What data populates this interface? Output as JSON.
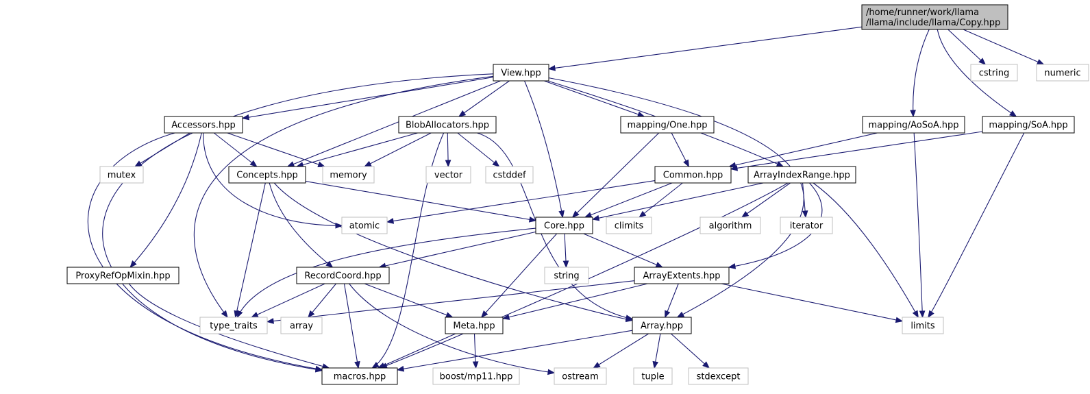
{
  "diagram": {
    "type": "include-dependency-graph",
    "colors": {
      "edge": "#191970",
      "root_fill": "#bfbfbf",
      "local_border": "#000000",
      "system_border": "#bfbfbf",
      "box_fill": "#ffffff"
    },
    "nodes": [
      {
        "id": "copy",
        "kind": "root",
        "lines": [
          "/home/runner/work/llama",
          "/llama/include/llama/Copy.hpp"
        ]
      },
      {
        "id": "view",
        "kind": "local",
        "lines": [
          "View.hpp"
        ]
      },
      {
        "id": "cstring",
        "kind": "system",
        "lines": [
          "cstring"
        ]
      },
      {
        "id": "numeric",
        "kind": "system",
        "lines": [
          "numeric"
        ]
      },
      {
        "id": "accessors",
        "kind": "local",
        "lines": [
          "Accessors.hpp"
        ]
      },
      {
        "id": "blob",
        "kind": "local",
        "lines": [
          "BlobAllocators.hpp"
        ]
      },
      {
        "id": "one",
        "kind": "local",
        "lines": [
          "mapping/One.hpp"
        ]
      },
      {
        "id": "aosoa",
        "kind": "local",
        "lines": [
          "mapping/AoSoA.hpp"
        ]
      },
      {
        "id": "soa",
        "kind": "local",
        "lines": [
          "mapping/SoA.hpp"
        ]
      },
      {
        "id": "mutex",
        "kind": "system",
        "lines": [
          "mutex"
        ]
      },
      {
        "id": "concepts",
        "kind": "local",
        "lines": [
          "Concepts.hpp"
        ]
      },
      {
        "id": "memory",
        "kind": "system",
        "lines": [
          "memory"
        ]
      },
      {
        "id": "vector",
        "kind": "system",
        "lines": [
          "vector"
        ]
      },
      {
        "id": "cstddef",
        "kind": "system",
        "lines": [
          "cstddef"
        ]
      },
      {
        "id": "common",
        "kind": "local",
        "lines": [
          "Common.hpp"
        ]
      },
      {
        "id": "air",
        "kind": "local",
        "lines": [
          "ArrayIndexRange.hpp"
        ]
      },
      {
        "id": "atomic",
        "kind": "system",
        "lines": [
          "atomic"
        ]
      },
      {
        "id": "core",
        "kind": "local",
        "lines": [
          "Core.hpp"
        ]
      },
      {
        "id": "climits",
        "kind": "system",
        "lines": [
          "climits"
        ]
      },
      {
        "id": "algorithm",
        "kind": "system",
        "lines": [
          "algorithm"
        ]
      },
      {
        "id": "iterator",
        "kind": "system",
        "lines": [
          "iterator"
        ]
      },
      {
        "id": "proxy",
        "kind": "local",
        "lines": [
          "ProxyRefOpMixin.hpp"
        ]
      },
      {
        "id": "recordcoord",
        "kind": "local",
        "lines": [
          "RecordCoord.hpp"
        ]
      },
      {
        "id": "string",
        "kind": "system",
        "lines": [
          "string"
        ]
      },
      {
        "id": "extents",
        "kind": "local",
        "lines": [
          "ArrayExtents.hpp"
        ]
      },
      {
        "id": "type_traits",
        "kind": "system",
        "lines": [
          "type_traits"
        ]
      },
      {
        "id": "array_std",
        "kind": "system",
        "lines": [
          "array"
        ]
      },
      {
        "id": "meta",
        "kind": "local",
        "lines": [
          "Meta.hpp"
        ]
      },
      {
        "id": "array_hpp",
        "kind": "local",
        "lines": [
          "Array.hpp"
        ]
      },
      {
        "id": "limits",
        "kind": "system",
        "lines": [
          "limits"
        ]
      },
      {
        "id": "macros",
        "kind": "local",
        "lines": [
          "macros.hpp"
        ]
      },
      {
        "id": "mp11",
        "kind": "system",
        "lines": [
          "boost/mp11.hpp"
        ]
      },
      {
        "id": "ostream",
        "kind": "system",
        "lines": [
          "ostream"
        ]
      },
      {
        "id": "tuple",
        "kind": "system",
        "lines": [
          "tuple"
        ]
      },
      {
        "id": "stdexcept",
        "kind": "system",
        "lines": [
          "stdexcept"
        ]
      }
    ],
    "edges": [
      [
        "copy",
        "view"
      ],
      [
        "copy",
        "cstring"
      ],
      [
        "copy",
        "numeric"
      ],
      [
        "copy",
        "aosoa"
      ],
      [
        "copy",
        "soa"
      ],
      [
        "view",
        "macros"
      ],
      [
        "view",
        "type_traits"
      ],
      [
        "view",
        "accessors"
      ],
      [
        "view",
        "concepts"
      ],
      [
        "view",
        "blob"
      ],
      [
        "view",
        "core"
      ],
      [
        "view",
        "one"
      ],
      [
        "view",
        "air"
      ],
      [
        "view",
        "array_hpp"
      ],
      [
        "accessors",
        "mutex"
      ],
      [
        "accessors",
        "concepts"
      ],
      [
        "accessors",
        "memory"
      ],
      [
        "accessors",
        "atomic"
      ],
      [
        "accessors",
        "proxy"
      ],
      [
        "accessors",
        "macros"
      ],
      [
        "blob",
        "concepts"
      ],
      [
        "blob",
        "memory"
      ],
      [
        "blob",
        "vector"
      ],
      [
        "blob",
        "cstddef"
      ],
      [
        "blob",
        "macros"
      ],
      [
        "blob",
        "array_hpp"
      ],
      [
        "one",
        "common"
      ],
      [
        "one",
        "core"
      ],
      [
        "aosoa",
        "common"
      ],
      [
        "aosoa",
        "limits"
      ],
      [
        "soa",
        "common"
      ],
      [
        "soa",
        "limits"
      ],
      [
        "concepts",
        "core"
      ],
      [
        "concepts",
        "recordcoord"
      ],
      [
        "concepts",
        "type_traits"
      ],
      [
        "concepts",
        "array_hpp"
      ],
      [
        "common",
        "atomic"
      ],
      [
        "common",
        "core"
      ],
      [
        "common",
        "climits"
      ],
      [
        "air",
        "core"
      ],
      [
        "air",
        "algorithm"
      ],
      [
        "air",
        "iterator"
      ],
      [
        "air",
        "extents"
      ],
      [
        "air",
        "limits"
      ],
      [
        "air",
        "macros"
      ],
      [
        "core",
        "type_traits"
      ],
      [
        "core",
        "recordcoord"
      ],
      [
        "core",
        "string"
      ],
      [
        "core",
        "extents"
      ],
      [
        "core",
        "meta"
      ],
      [
        "proxy",
        "macros"
      ],
      [
        "recordcoord",
        "type_traits"
      ],
      [
        "recordcoord",
        "array_std"
      ],
      [
        "recordcoord",
        "meta"
      ],
      [
        "recordcoord",
        "macros"
      ],
      [
        "recordcoord",
        "ostream"
      ],
      [
        "extents",
        "type_traits"
      ],
      [
        "extents",
        "meta"
      ],
      [
        "extents",
        "array_hpp"
      ],
      [
        "extents",
        "limits"
      ],
      [
        "meta",
        "macros"
      ],
      [
        "meta",
        "mp11"
      ],
      [
        "array_hpp",
        "macros"
      ],
      [
        "array_hpp",
        "ostream"
      ],
      [
        "array_hpp",
        "tuple"
      ],
      [
        "array_hpp",
        "stdexcept"
      ]
    ]
  }
}
